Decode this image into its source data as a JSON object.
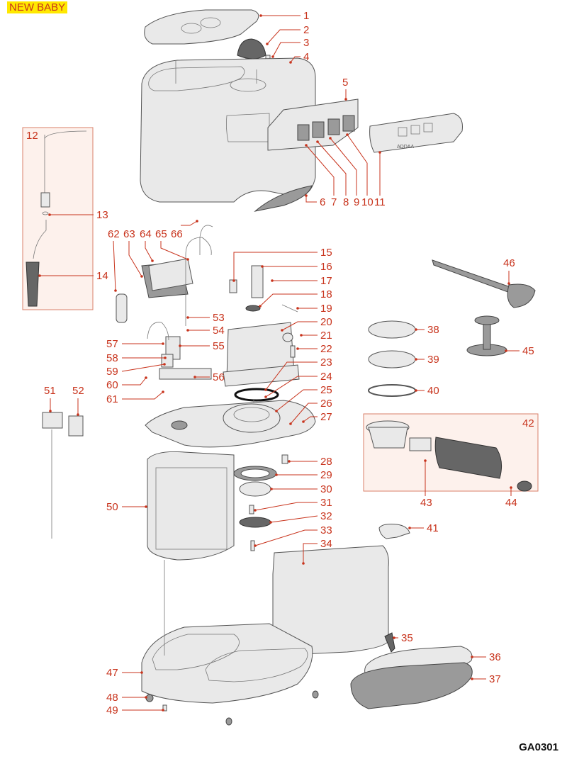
{
  "header": {
    "model": "NEW BABY"
  },
  "footer": {
    "drawing_code": "GA0301"
  },
  "accent_color": "#c8331c",
  "badge_color": "#ffe800",
  "groups": [
    {
      "id": "12",
      "label": "12",
      "contains": [
        "13",
        "14"
      ]
    },
    {
      "id": "42",
      "label": "42",
      "contains": [
        "43",
        "44"
      ]
    }
  ],
  "callouts": [
    "1",
    "2",
    "3",
    "4",
    "5",
    "6",
    "7",
    "8",
    "9",
    "10",
    "11",
    "12",
    "13",
    "14",
    "15",
    "16",
    "17",
    "18",
    "19",
    "20",
    "21",
    "22",
    "23",
    "24",
    "25",
    "26",
    "27",
    "28",
    "29",
    "30",
    "31",
    "32",
    "33",
    "34",
    "35",
    "36",
    "37",
    "38",
    "39",
    "40",
    "41",
    "42",
    "43",
    "44",
    "45",
    "46",
    "47",
    "48",
    "49",
    "50",
    "51",
    "52",
    "53",
    "54",
    "55",
    "56",
    "57",
    "58",
    "59",
    "60",
    "61",
    "62",
    "63",
    "64",
    "65",
    "66"
  ],
  "panel_text": {
    "switch_cover": "ADDAA"
  }
}
